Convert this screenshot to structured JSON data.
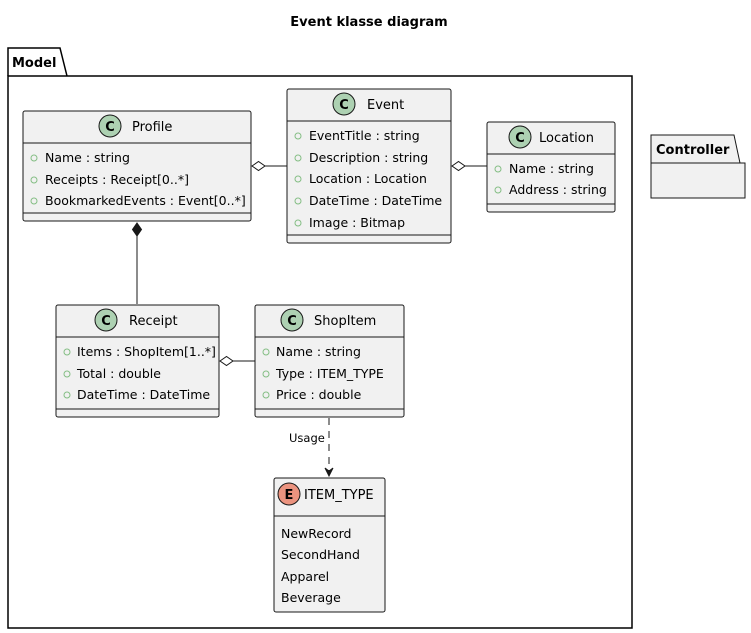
{
  "diagram": {
    "title": "Event klasse diagram",
    "colors": {
      "class_fill": "#f1f1f1",
      "border": "#181818",
      "class_badge": "#add1b2",
      "enum_badge": "#eb937f",
      "visibility_marker": "#84be84"
    },
    "packages": {
      "model": {
        "label": "Model"
      },
      "controller": {
        "label": "Controller"
      }
    },
    "classes": {
      "profile": {
        "name": "Profile",
        "badge": "C",
        "attributes": [
          "Name : string",
          "Receipts : Receipt[0..*]",
          "BookmarkedEvents : Event[0..*]"
        ]
      },
      "event": {
        "name": "Event",
        "badge": "C",
        "attributes": [
          "EventTitle : string",
          "Description : string",
          "Location : Location",
          "DateTime : DateTime",
          "Image : Bitmap"
        ]
      },
      "location": {
        "name": "Location",
        "badge": "C",
        "attributes": [
          "Name : string",
          "Address : string"
        ]
      },
      "receipt": {
        "name": "Receipt",
        "badge": "C",
        "attributes": [
          "Items : ShopItem[1..*]",
          "Total : double",
          "DateTime : DateTime"
        ]
      },
      "shopitem": {
        "name": "ShopItem",
        "badge": "C",
        "attributes": [
          "Name : string",
          "Type : ITEM_TYPE",
          "Price : double"
        ]
      }
    },
    "enums": {
      "item_type": {
        "name": "ITEM_TYPE",
        "badge": "E",
        "literals": [
          "NewRecord",
          "SecondHand",
          "Apparel",
          "Beverage"
        ]
      }
    },
    "relations": {
      "profile_event": {
        "kind": "aggregation"
      },
      "event_location": {
        "kind": "aggregation"
      },
      "profile_receipt": {
        "kind": "composition"
      },
      "receipt_shopitem": {
        "kind": "aggregation"
      },
      "shopitem_itemtype": {
        "kind": "dependency",
        "label": "Usage"
      }
    }
  }
}
